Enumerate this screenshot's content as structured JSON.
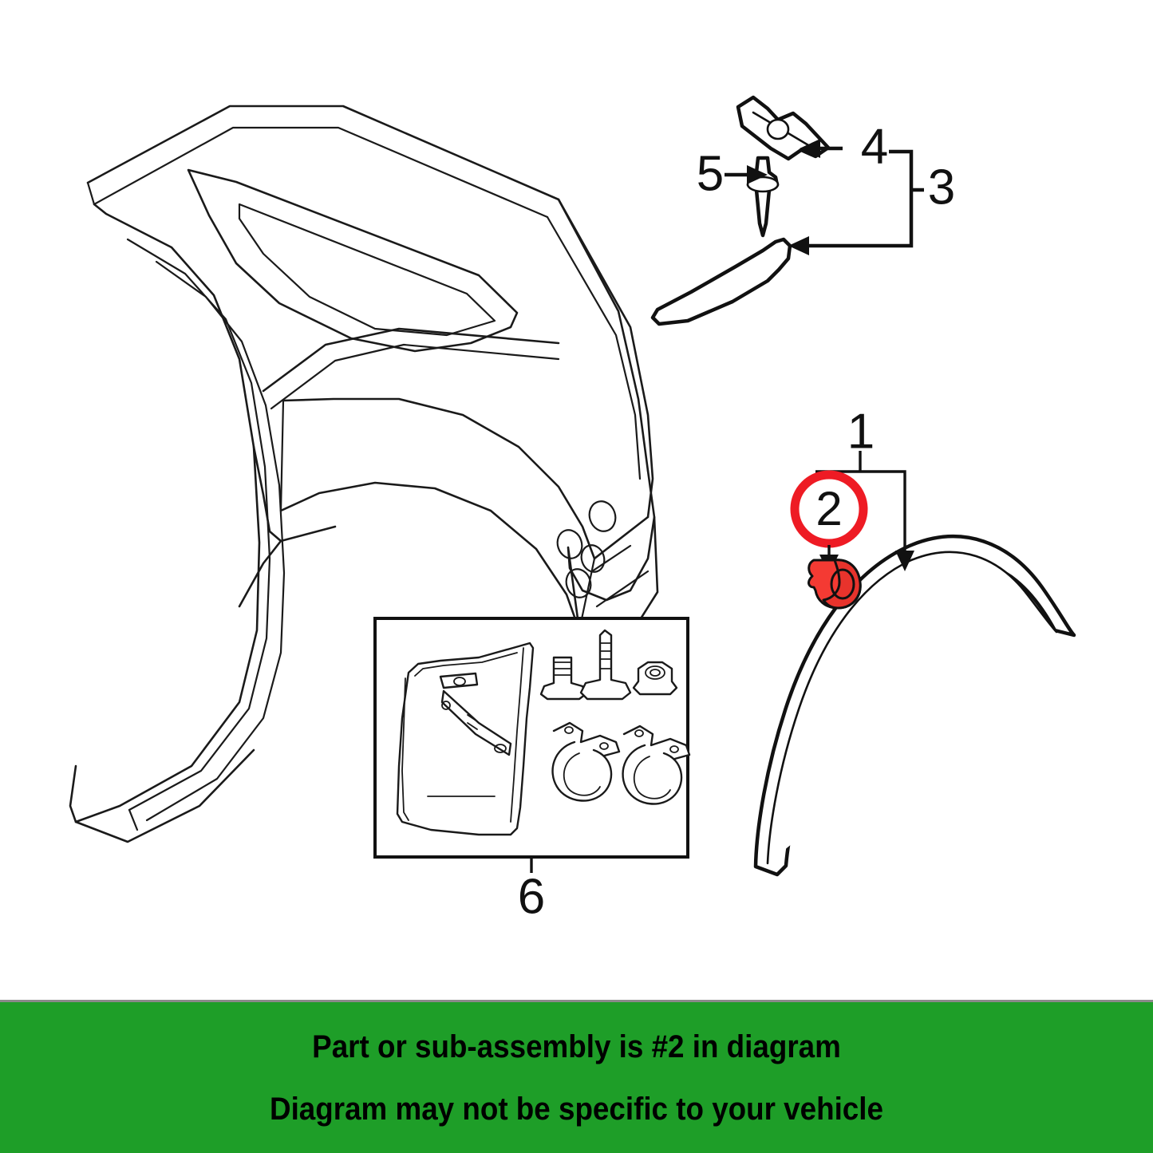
{
  "diagram": {
    "title": "Rear quarter panel wheel arch molding and mud flap diagram",
    "highlight_color": "#EE1B24",
    "line_color": "#1a1a1a",
    "background": "#ffffff",
    "callouts": [
      {
        "id": "1",
        "label": "1",
        "target": "wheel-arch-fender-flare-molding",
        "style": "plain"
      },
      {
        "id": "2",
        "label": "2",
        "target": "push-clip-rivet",
        "style": "red-circle-highlight"
      },
      {
        "id": "3",
        "label": "3",
        "target": "molding-assembly-bracket",
        "style": "bracket"
      },
      {
        "id": "4",
        "label": "4",
        "target": "molding-retainer-clip",
        "style": "plain"
      },
      {
        "id": "5",
        "label": "5",
        "target": "push-pin-rivet",
        "style": "plain"
      },
      {
        "id": "6",
        "label": "6",
        "target": "mud-flap-kit-box",
        "style": "plain"
      }
    ],
    "parts": {
      "quarter_panel": "rear-quarter-body-panel",
      "fender_flare": "wheel-arch-molding",
      "clip": "push-clip-rivet",
      "retainer": "molding-retainer-clip",
      "pin": "push-pin-rivet",
      "molding_strip": "body-side-molding-strip",
      "kit_items": [
        "mud-flap",
        "screw-short",
        "screw-long",
        "flange-nut",
        "clamp-left",
        "clamp-right"
      ]
    }
  },
  "banner": {
    "background_color": "#1E9E28",
    "line1": "Part or sub-assembly is #2 in diagram",
    "line2": "Diagram may not be specific to your vehicle"
  }
}
